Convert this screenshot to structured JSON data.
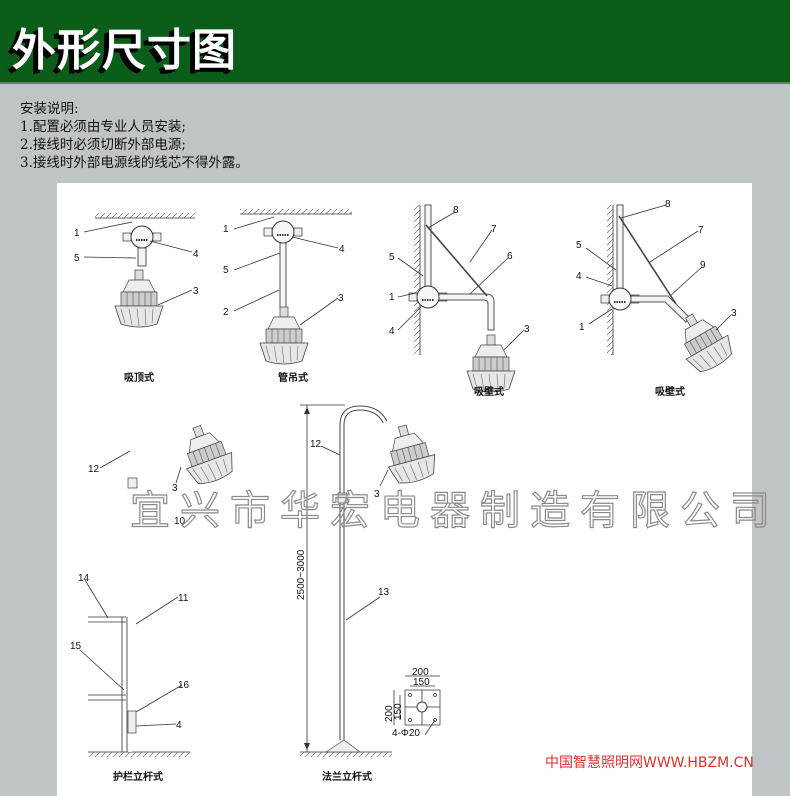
{
  "header": {
    "title": "外形尺寸图"
  },
  "instructions": {
    "heading": "安装说明:",
    "items": [
      "1.配置必须由专业人员安装;",
      "2.接线时必须切断外部电源;",
      "3.接线时外部电源线的线芯不得外露。"
    ]
  },
  "diagrams": [
    {
      "caption": "吸顶式",
      "callouts": [
        "1",
        "5",
        "4",
        "3"
      ]
    },
    {
      "caption": "管吊式",
      "callouts": [
        "1",
        "5",
        "4",
        "2",
        "3"
      ]
    },
    {
      "caption": "吸壁式",
      "callouts": [
        "8",
        "7",
        "5",
        "6",
        "1",
        "4",
        "3"
      ]
    },
    {
      "caption": "吸壁式",
      "callouts": [
        "8",
        "7",
        "5",
        "9",
        "4",
        "1",
        "3"
      ]
    },
    {
      "caption": "护栏立杆式",
      "callouts": [
        "12",
        "3",
        "10",
        "14",
        "11",
        "15",
        "16",
        "4"
      ]
    },
    {
      "caption": "法兰立杆式",
      "callouts": [
        "12",
        "3",
        "13"
      ]
    }
  ],
  "dimensions": {
    "height": "2500~3000",
    "flange_outer": "200",
    "flange_inner": "150",
    "flange_outer_v": "200",
    "flange_inner_v": "150",
    "holes": "4-Φ20"
  },
  "watermark": "宜兴市华宏电器制造有限公司",
  "footer": {
    "site": "中国智慧照明网WWW.HBZM.CN"
  },
  "colors": {
    "header_bg": "#0b5e19",
    "page_bg": "#bfc4c7",
    "footer_text": "#e0302c"
  }
}
